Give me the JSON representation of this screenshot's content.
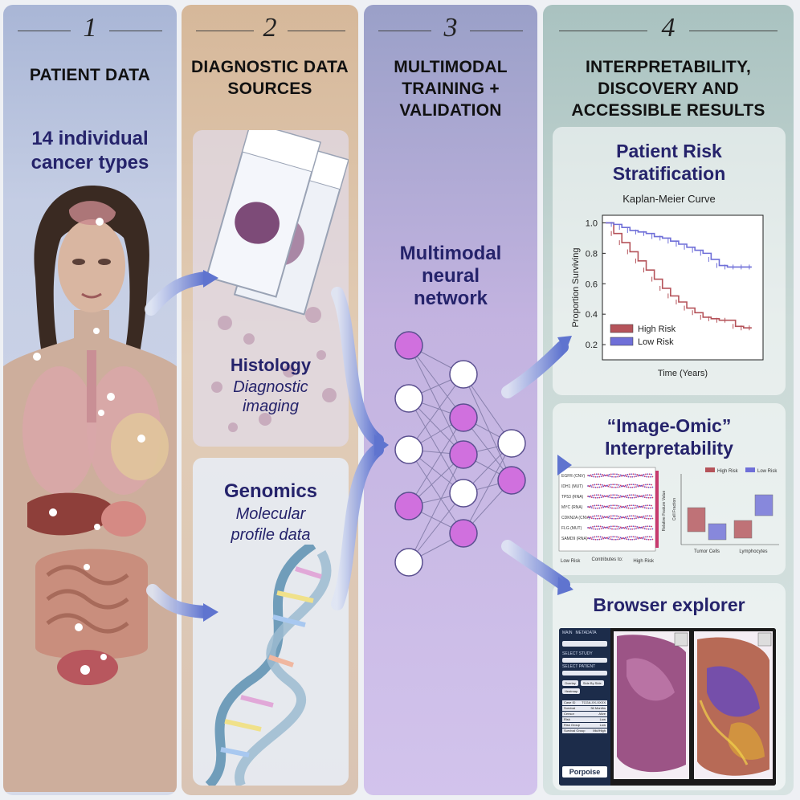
{
  "columns": [
    {
      "number": "1",
      "title": "PATIENT DATA"
    },
    {
      "number": "2",
      "title": "DIAGNOSTIC DATA SOURCES"
    },
    {
      "number": "3",
      "title": "MULTIMODAL TRAINING + VALIDATION"
    },
    {
      "number": "4",
      "title": "INTERPRETABILITY, DISCOVERY AND ACCESSIBLE RESULTS"
    }
  ],
  "patient": {
    "line1": "14 individual",
    "line2": "cancer types"
  },
  "histology": {
    "title": "Histology",
    "line1": "Diagnostic",
    "line2": "imaging"
  },
  "genomics": {
    "title": "Genomics",
    "line1": "Molecular",
    "line2": "profile data"
  },
  "network": {
    "line1": "Multimodal",
    "line2": "neural",
    "line3": "network"
  },
  "risk_panel": {
    "title1": "Patient Risk",
    "title2": "Stratification"
  },
  "chart_data": [
    {
      "type": "line",
      "title": "Kaplan-Meier Curve",
      "xlabel": "Time (Years)",
      "ylabel": "Proportion Surviving",
      "ylim": [
        0.1,
        1.05
      ],
      "yticks": [
        "1.0",
        "0.8",
        "0.6",
        "0.4",
        "0.2"
      ],
      "legend_position": "bottom-left",
      "series": [
        {
          "name": "High Risk",
          "color": "#b5535a",
          "x": [
            0,
            0.5,
            1,
            1.5,
            2,
            2.5,
            3,
            3.5,
            4,
            4.5,
            5,
            5.5,
            6,
            6.5,
            7,
            7.5,
            8,
            8.5,
            9
          ],
          "y": [
            1.0,
            0.93,
            0.87,
            0.81,
            0.75,
            0.69,
            0.63,
            0.57,
            0.52,
            0.48,
            0.44,
            0.41,
            0.38,
            0.37,
            0.36,
            0.36,
            0.32,
            0.31,
            0.31
          ]
        },
        {
          "name": "Low Risk",
          "color": "#6f6fd8",
          "x": [
            0,
            0.5,
            1,
            1.5,
            2,
            2.5,
            3,
            3.5,
            4,
            4.5,
            5,
            5.5,
            6,
            6.5,
            7,
            7.5,
            8,
            8.5,
            9
          ],
          "y": [
            1.0,
            0.99,
            0.97,
            0.95,
            0.94,
            0.93,
            0.91,
            0.9,
            0.88,
            0.86,
            0.84,
            0.82,
            0.8,
            0.76,
            0.72,
            0.71,
            0.71,
            0.71,
            0.71
          ]
        }
      ]
    }
  ],
  "interp_panel": {
    "title1": "“Image-Omic”",
    "title2": "Interpretability",
    "features": [
      "EGFR (CNV)",
      "IDH1 (MUT)",
      "TP53 (RNA)",
      "MYC (RNA)",
      "CDKN2A (CNV)",
      "FLG (MUT)",
      "SAMD9 (RNA)"
    ],
    "x_left": "Low Risk",
    "x_mid": "Contributes to:",
    "x_right": "High Risk",
    "colorbar_label": "Relative Feature Value",
    "box_legend": [
      "High Risk",
      "Low Risk"
    ],
    "box_ylabel": "Cell Fraction",
    "box_groups": [
      "Tumor Cells",
      "Lymphocytes"
    ]
  },
  "browser_panel": {
    "title": "Browser explorer",
    "tabs": [
      "MAIN",
      "METADATA"
    ],
    "logo": "Porpoise",
    "sections": [
      "SELECT STUDY",
      "SELECT PATIENT"
    ],
    "buttons": [
      "Overlay",
      "Side By Side",
      "Heatmap"
    ],
    "rows": [
      [
        "Case ID",
        "TCGA-XX-XXXX"
      ],
      [
        "Survival",
        "36 Months"
      ],
      [
        "Censor",
        "Alive"
      ],
      [
        "Risk",
        "Low"
      ],
      [
        "Risk Group",
        "Low"
      ],
      [
        "Survival Group",
        "Mid/High"
      ]
    ]
  },
  "colors": {
    "title": "#25236b",
    "node": "#d070de",
    "high_risk": "#b5535a",
    "low_risk": "#6f6fd8",
    "arrow": "#6f86d6"
  }
}
